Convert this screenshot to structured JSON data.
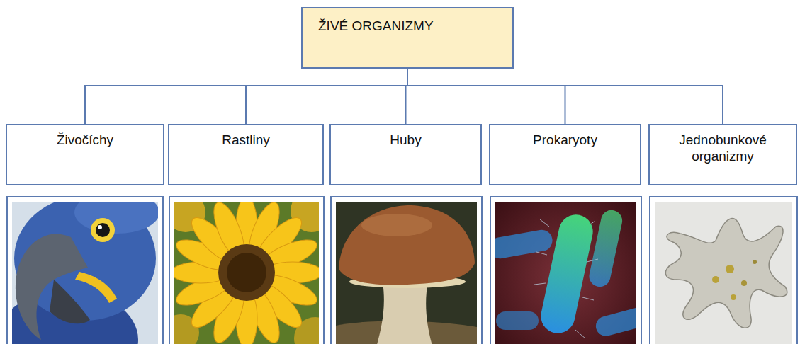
{
  "diagram": {
    "nodes": [
      {
        "text": [
          "ŽIVÉ ORGANIZMY"
        ]
      },
      {
        "text": [
          "Živočíchy"
        ]
      },
      {
        "text": [
          "Rastliny"
        ]
      },
      {
        "text": [
          "Huby"
        ]
      },
      {
        "text": [
          "Prokaryoty"
        ]
      },
      {
        "text": [
          "Jednobunkové organizmy"
        ]
      }
    ],
    "edges": [
      {
        "from": 0,
        "to": 1,
        "arrow": "none"
      },
      {
        "from": 0,
        "to": 2,
        "arrow": "none"
      },
      {
        "from": 0,
        "to": 3,
        "arrow": "none"
      },
      {
        "from": 0,
        "to": 4,
        "arrow": "none"
      },
      {
        "from": 0,
        "to": 5,
        "arrow": "none"
      }
    ]
  }
}
